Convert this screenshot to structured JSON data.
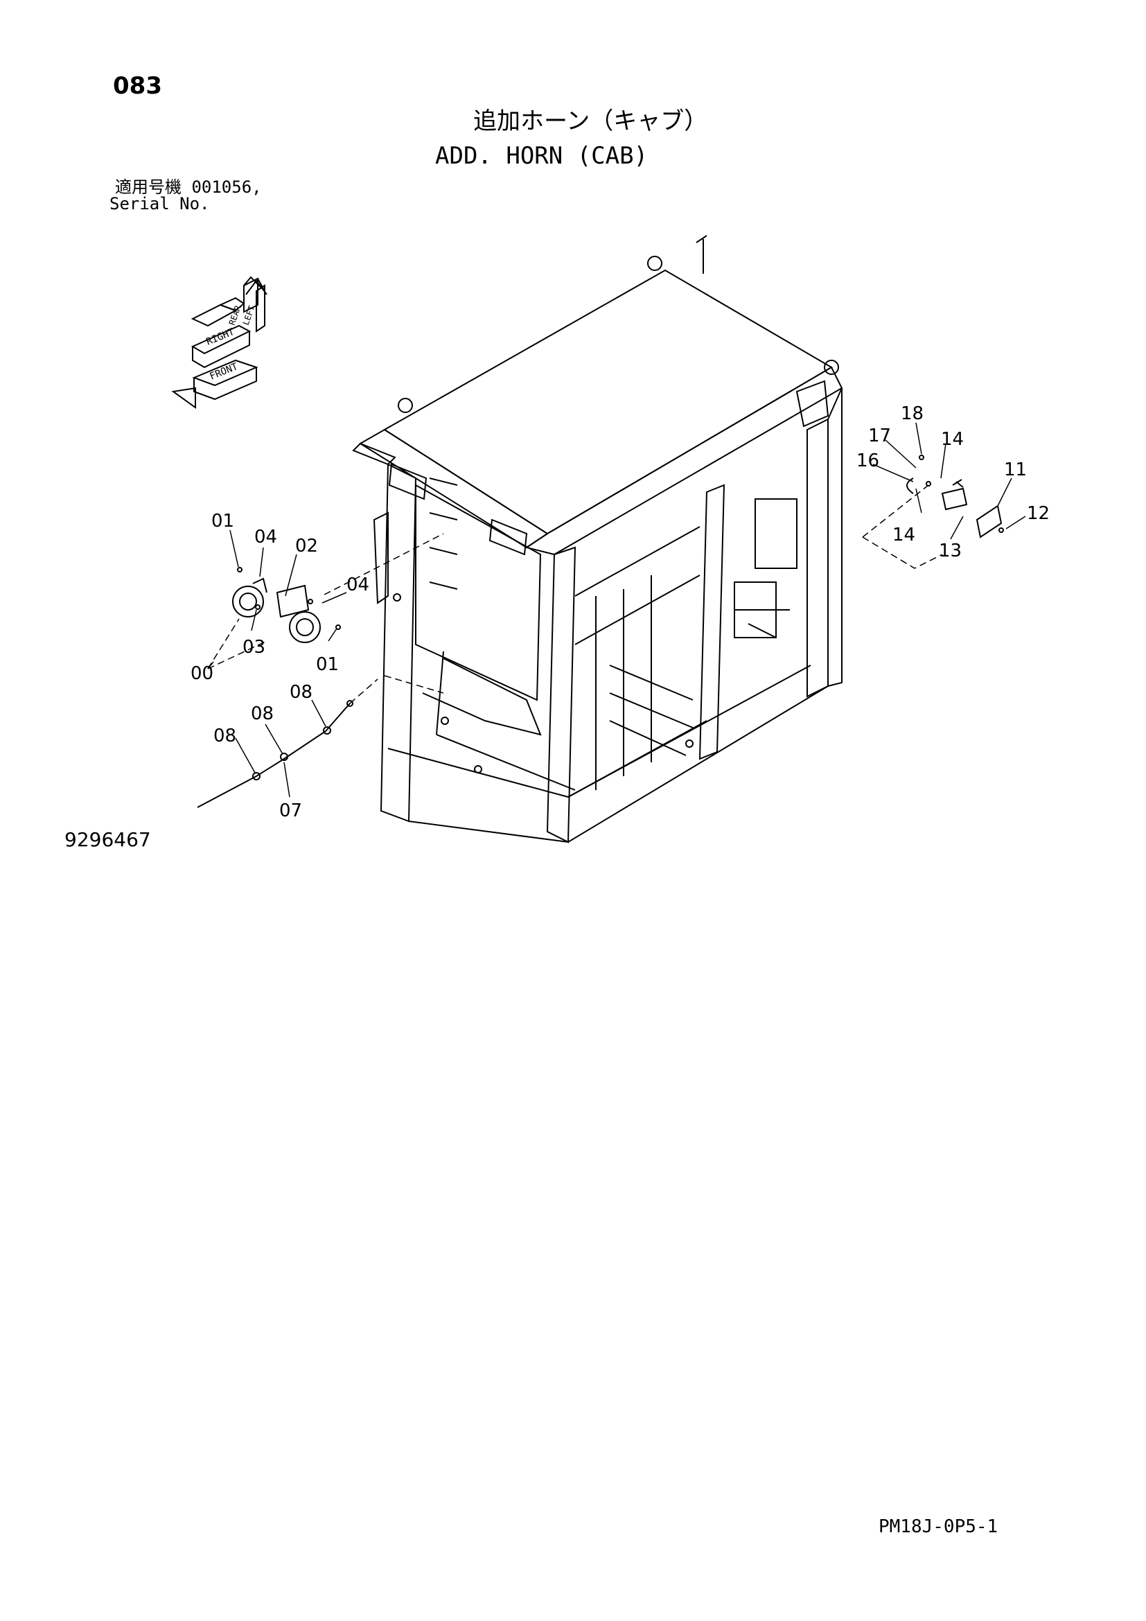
{
  "header": {
    "page_number": "083",
    "title_jp": "追加ホーン（キャブ）",
    "title_en": "ADD. HORN (CAB)",
    "serial_jp": "適用号機  001056,",
    "serial_en": "Serial No."
  },
  "orientation_symbol": {
    "labels": [
      "FRONT",
      "RIGHT",
      "LEFT",
      "REAR"
    ]
  },
  "callouts": [
    {
      "id": "00",
      "text": "00"
    },
    {
      "id": "01a",
      "text": "01"
    },
    {
      "id": "01b",
      "text": "01"
    },
    {
      "id": "02",
      "text": "02"
    },
    {
      "id": "03",
      "text": "03"
    },
    {
      "id": "04a",
      "text": "04"
    },
    {
      "id": "04b",
      "text": "04"
    },
    {
      "id": "07",
      "text": "07"
    },
    {
      "id": "08a",
      "text": "08"
    },
    {
      "id": "08b",
      "text": "08"
    },
    {
      "id": "08c",
      "text": "08"
    },
    {
      "id": "11",
      "text": "11"
    },
    {
      "id": "12",
      "text": "12"
    },
    {
      "id": "13",
      "text": "13"
    },
    {
      "id": "14a",
      "text": "14"
    },
    {
      "id": "14b",
      "text": "14"
    },
    {
      "id": "16",
      "text": "16"
    },
    {
      "id": "17",
      "text": "17"
    },
    {
      "id": "18",
      "text": "18"
    }
  ],
  "drawing_number": "9296467",
  "footer_code": "PM18J-0P5-1",
  "colors": {
    "line": "#000000",
    "background": "#ffffff"
  }
}
